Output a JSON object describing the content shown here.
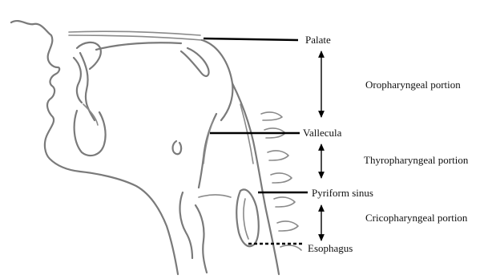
{
  "labels": {
    "palate": "Palate",
    "vallecula": "Vallecula",
    "pyriform_sinus": "Pyriform sinus",
    "esophagus": "Esophagus"
  },
  "portions": {
    "oropharyngeal": "Oropharyngeal portion",
    "thyropharyngeal": "Thyropharyngeal portion",
    "cricopharyngeal": "Cricopharyngeal portion"
  },
  "colors": {
    "outline": "#7a7a7a",
    "leader": "#000000",
    "text": "#111111",
    "background": "#ffffff"
  }
}
